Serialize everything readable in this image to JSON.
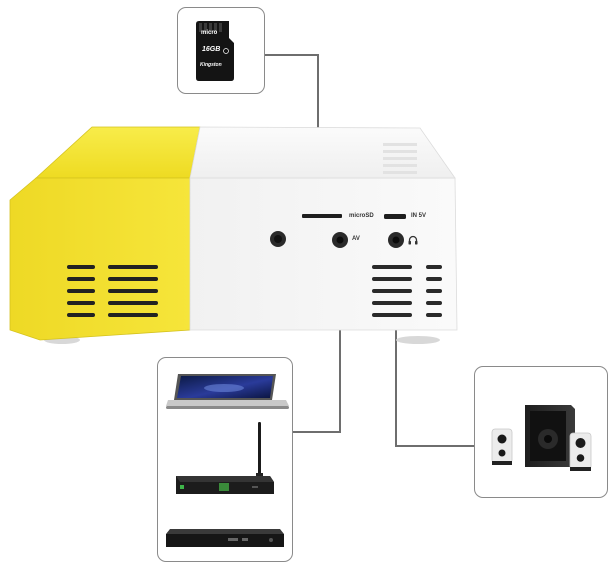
{
  "projector": {
    "body_color": "#f7f7f5",
    "accent_color": "#f2e22a",
    "ports": {
      "microsd_label": "microSD",
      "power_label": "IN 5V",
      "av_label": "AV"
    }
  },
  "sd_card": {
    "brand": "Kingston",
    "brand_prefix": "micro",
    "capacity": "16GB"
  },
  "devices": [
    "laptop-icon",
    "tv-box-router-icon",
    "dvd-player-icon"
  ],
  "audio": [
    "speaker-system-icon"
  ],
  "colors": {
    "connector_line": "#6e6e6e",
    "callout_border": "#8a8a8a"
  }
}
